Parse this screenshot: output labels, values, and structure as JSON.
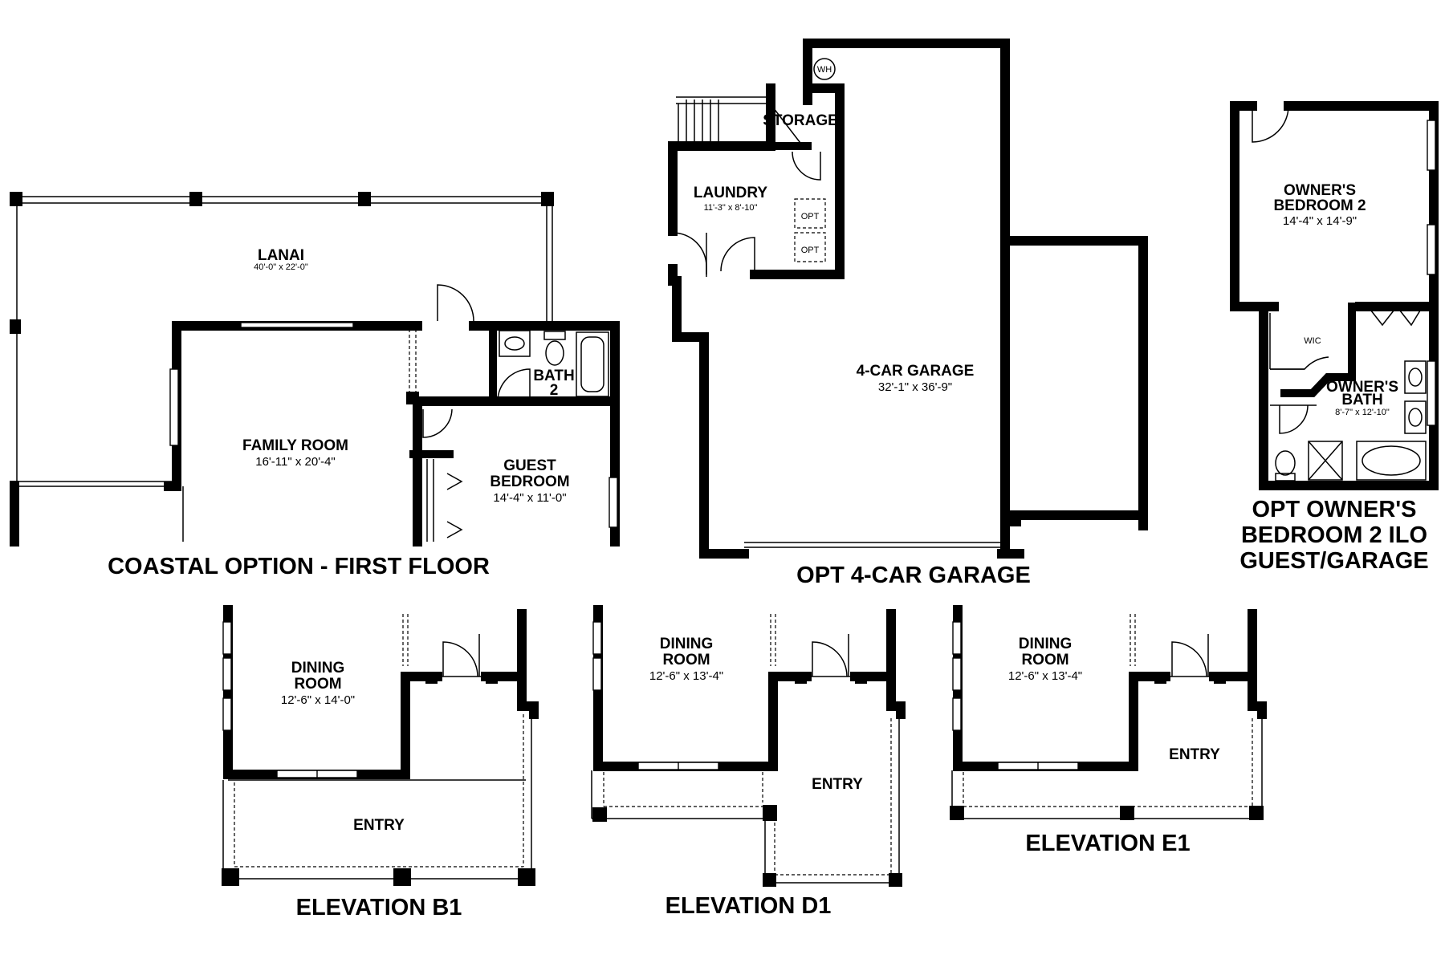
{
  "titles": {
    "first_floor": "COASTAL OPTION - FIRST FLOOR",
    "garage": "OPT 4-CAR GARAGE",
    "owners_line1": "OPT OWNER'S",
    "owners_line2": "BEDROOM 2 ILO",
    "owners_line3": "GUEST/GARAGE",
    "elev_b1": "ELEVATION B1",
    "elev_d1": "ELEVATION D1",
    "elev_e1": "ELEVATION E1"
  },
  "rooms": {
    "lanai": {
      "name": "LANAI",
      "dim": "40'-0\" x 22'-0\""
    },
    "family": {
      "name": "FAMILY ROOM",
      "dim": "16'-11\" x 20'-4\""
    },
    "bath2": {
      "line1": "BATH",
      "line2": "2"
    },
    "guest": {
      "line1": "GUEST",
      "line2": "BEDROOM",
      "dim": "14'-4\" x 11'-0\""
    },
    "laundry": {
      "name": "LAUNDRY",
      "dim": "11'-3\" x 8'-10\""
    },
    "storage": {
      "name": "STORAGE"
    },
    "wh": {
      "name": "WH"
    },
    "opt1": "OPT",
    "opt2": "OPT",
    "garage": {
      "name": "4-CAR GARAGE",
      "dim": "32'-1\" x 36'-9\""
    },
    "owners_bed": {
      "line1": "OWNER'S",
      "line2": "BEDROOM 2",
      "dim": "14'-4\" x 14'-9\""
    },
    "wic": "WIC",
    "owners_bath": {
      "line1": "OWNER'S",
      "line2": "BATH",
      "dim": "8'-7\" x 12'-10\""
    },
    "dining_b1": {
      "line1": "DINING",
      "line2": "ROOM",
      "dim": "12'-6\" x 14'-0\""
    },
    "entry_b1": "ENTRY",
    "dining_d1": {
      "line1": "DINING",
      "line2": "ROOM",
      "dim": "12'-6\" x 13'-4\""
    },
    "entry_d1": "ENTRY",
    "dining_e1": {
      "line1": "DINING",
      "line2": "ROOM",
      "dim": "12'-6\" x 13'-4\""
    },
    "entry_e1": "ENTRY"
  }
}
